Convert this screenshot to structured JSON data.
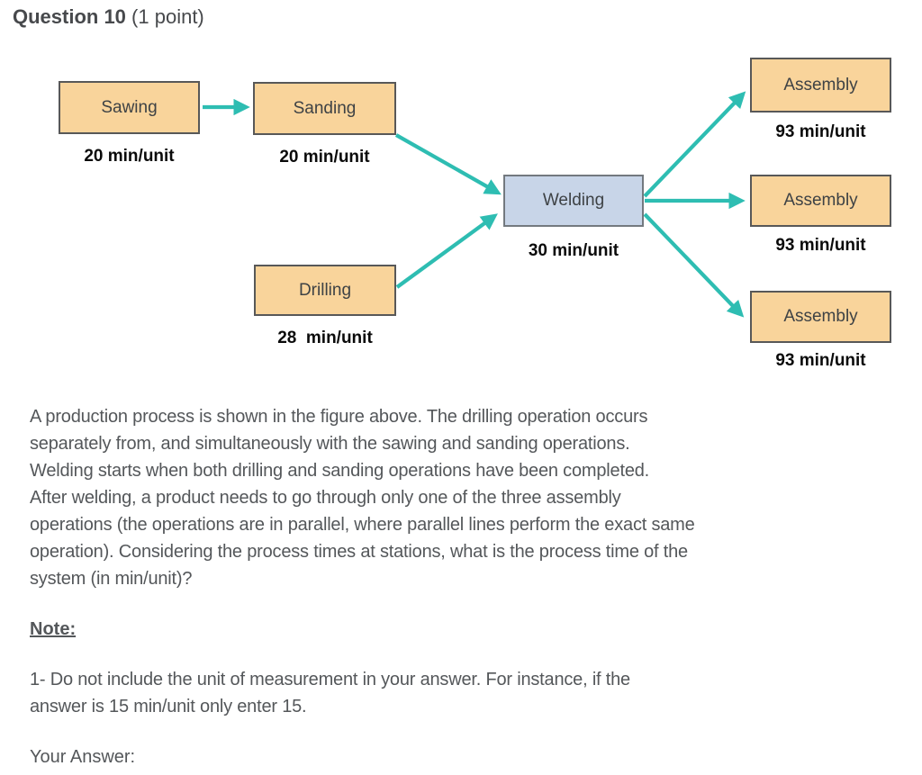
{
  "header": {
    "title": "Question 10",
    "points": "(1 point)"
  },
  "diagram": {
    "nodes": {
      "sawing": {
        "label": "Sawing",
        "rate": "20 min/unit"
      },
      "sanding": {
        "label": "Sanding",
        "rate": "20 min/unit"
      },
      "drilling": {
        "label": "Drilling",
        "rate": "28  min/unit"
      },
      "welding": {
        "label": "Welding",
        "rate": "30 min/unit"
      },
      "assembly_top": {
        "label": "Assembly",
        "rate": "93 min/unit"
      },
      "assembly_middle": {
        "label": "Assembly",
        "rate": "93 min/unit"
      },
      "assembly_bottom": {
        "label": "Assembly",
        "rate": "93 min/unit"
      }
    },
    "edges": [
      {
        "from": "sawing",
        "to": "sanding"
      },
      {
        "from": "sanding",
        "to": "welding"
      },
      {
        "from": "drilling",
        "to": "welding"
      },
      {
        "from": "welding",
        "to": "assembly_top"
      },
      {
        "from": "welding",
        "to": "assembly_middle"
      },
      {
        "from": "welding",
        "to": "assembly_bottom"
      }
    ],
    "colors": {
      "station_fill": "#F9D49B",
      "station_border": "#585858",
      "welding_fill": "#C8D5E8",
      "welding_border": "#73797F",
      "arrow": "#2EBDB2"
    }
  },
  "question": {
    "paragraph_lines": [
      "A production process is shown in the figure above. The drilling operation occurs",
      "separately from, and simultaneously with the sawing and sanding operations.",
      "Welding starts when both drilling and sanding operations have been completed.",
      "After welding, a product needs to go through only one of the three assembly",
      "operations (the operations are in parallel, where parallel lines perform the exact same",
      "operation). Considering the process times at stations, what is the process time of the",
      "system (in min/unit)?"
    ],
    "note_heading": "Note:",
    "note_lines": [
      "1- Do not include the unit of measurement in your answer. For instance, if the",
      "answer is 15 min/unit only enter 15."
    ],
    "answer_label": "Your Answer:"
  }
}
